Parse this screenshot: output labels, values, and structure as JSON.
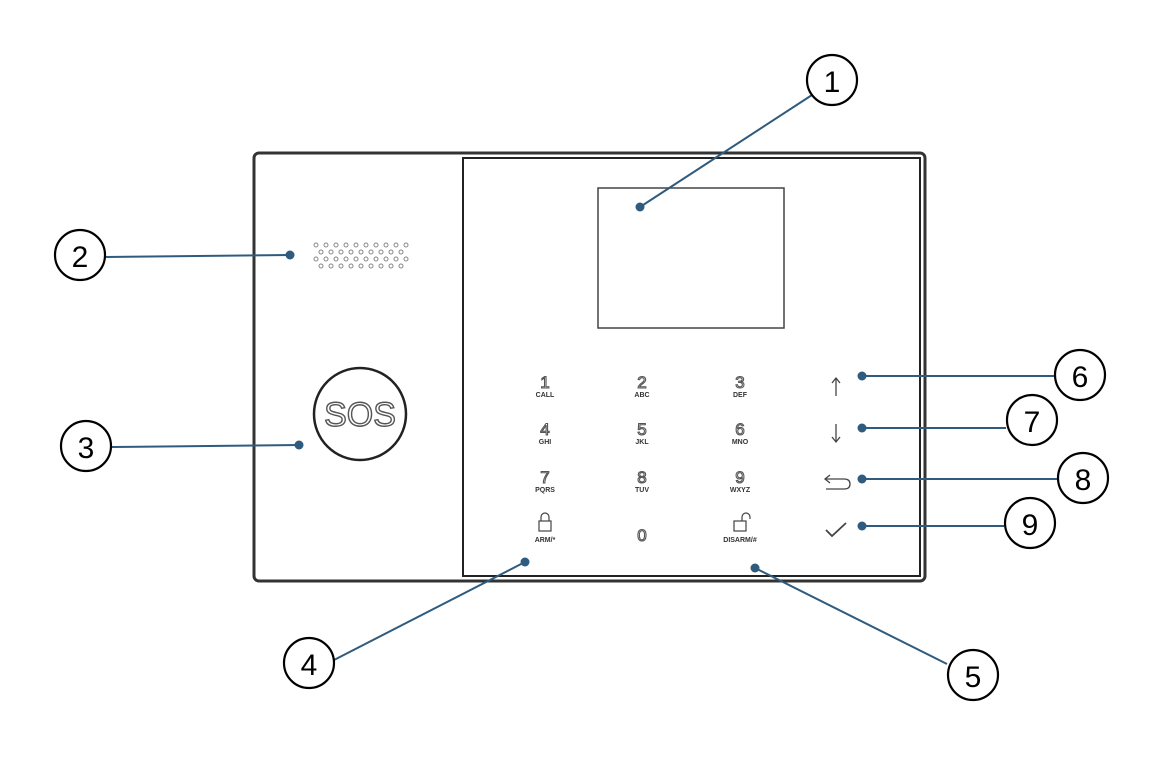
{
  "callouts": [
    "1",
    "2",
    "3",
    "4",
    "5",
    "6",
    "7",
    "8",
    "9"
  ],
  "sos_label": "SOS",
  "keypad": [
    {
      "digit": "1",
      "letters": "CALL"
    },
    {
      "digit": "2",
      "letters": "ABC"
    },
    {
      "digit": "3",
      "letters": "DEF"
    },
    {
      "digit": "4",
      "letters": "GHI"
    },
    {
      "digit": "5",
      "letters": "JKL"
    },
    {
      "digit": "6",
      "letters": "MNO"
    },
    {
      "digit": "7",
      "letters": "PQRS"
    },
    {
      "digit": "8",
      "letters": "TUV"
    },
    {
      "digit": "9",
      "letters": "WXYZ"
    },
    {
      "digit": "",
      "letters": "ARM/*",
      "icon": "lock-icon"
    },
    {
      "digit": "0",
      "letters": ""
    },
    {
      "digit": "",
      "letters": "DISARM/#",
      "icon": "unlock-icon"
    }
  ],
  "side_keys": [
    "arrow-up-icon",
    "arrow-down-icon",
    "back-icon",
    "check-icon"
  ],
  "colors": {
    "leader": "#2f5b7f",
    "outline": "#222222"
  }
}
